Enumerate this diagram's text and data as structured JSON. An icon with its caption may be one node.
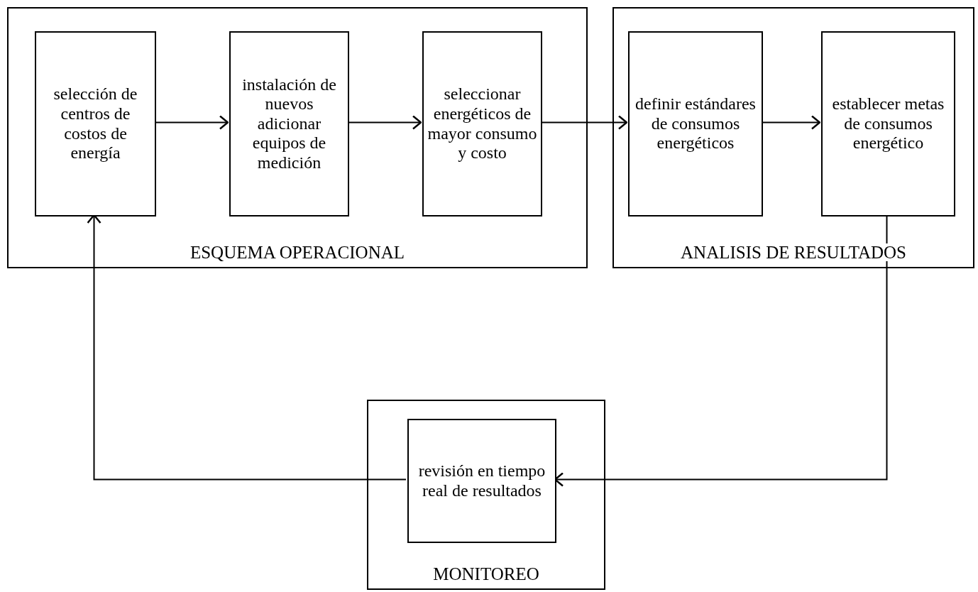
{
  "diagram": {
    "nodes": [
      {
        "text": [
          "ESQUEMA OPERACIONAL"
        ]
      },
      {
        "text": [
          "selección de centros de costos de energía"
        ],
        "in": 0
      },
      {
        "text": [
          "instalación de nuevos adicionar equipos de medición"
        ],
        "in": 0
      },
      {
        "text": [
          "seleccionar energéticos de mayor consumo y costo"
        ],
        "in": 0
      },
      {
        "text": [
          "ANALISIS DE RESULTADOS"
        ]
      },
      {
        "text": [
          "definir estándares de consumos energéticos"
        ],
        "in": 4
      },
      {
        "text": [
          "establecer metas de consumos energético"
        ],
        "in": 4
      },
      {
        "text": [
          "MONITOREO"
        ]
      },
      {
        "text": [
          "revisión en tiempo real de resultados"
        ],
        "in": 7
      }
    ],
    "edges": [
      {
        "from": 1,
        "to": 2,
        "arrow": "to"
      },
      {
        "from": 2,
        "to": 3,
        "arrow": "to"
      },
      {
        "from": 3,
        "to": 5,
        "arrow": "to"
      },
      {
        "from": 5,
        "to": 6,
        "arrow": "to"
      },
      {
        "from": 6,
        "to": 8,
        "arrow": "to"
      },
      {
        "from": 8,
        "to": 1,
        "arrow": "to"
      }
    ]
  }
}
